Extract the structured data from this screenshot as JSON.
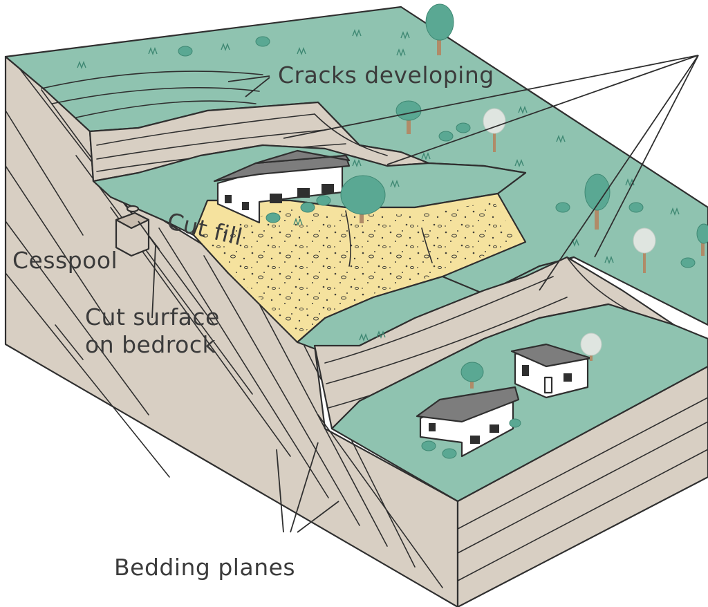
{
  "labels": {
    "cracks": "Cracks developing",
    "cut_fill": "Cut fill",
    "cesspool": "Cesspool",
    "cut_surface_line1": "Cut surface",
    "cut_surface_line2": "on bedrock",
    "bedding": "Bedding planes"
  },
  "colors": {
    "grass": "#8fc3b0",
    "grass_dark": "#6aa892",
    "bedrock": "#d8cfc3",
    "bedrock_shade": "#c8bcae",
    "fill": "#f5e29e",
    "roof": "#7d7d7d",
    "house": "#ffffff",
    "tree": "#5aa893",
    "trunk": "#b08b68",
    "pale_tree": "#dfe5e0",
    "ink": "#2f2f2f"
  }
}
